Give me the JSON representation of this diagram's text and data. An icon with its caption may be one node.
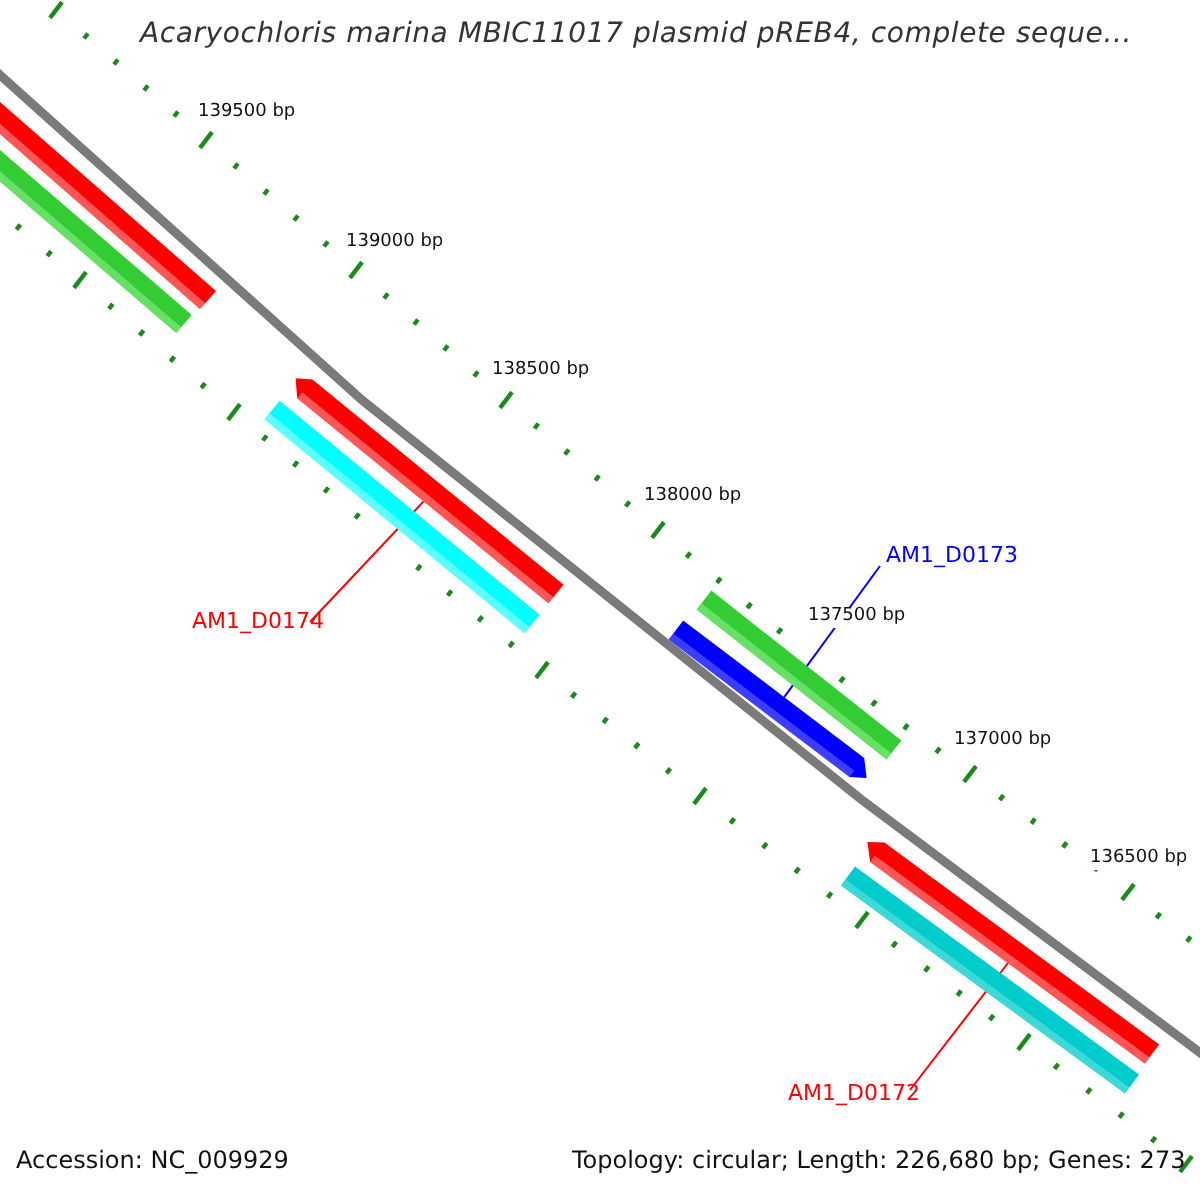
{
  "diagram": {
    "title": "Acaryochloris marina MBIC11017 plasmid pREB4, complete seque...",
    "nodes": [
      {
        "text": [],
        "shape": "bar"
      },
      {
        "text": [],
        "shape": "bar"
      },
      {
        "text": [],
        "shape": "bar"
      },
      {
        "text": [],
        "shape": "bar"
      },
      {
        "text": [
          "AM1_D0174"
        ]
      },
      {
        "text": [
          "AM1_D0173"
        ]
      },
      {
        "text": [],
        "shape": "bar"
      },
      {
        "text": [],
        "shape": "bar"
      },
      {
        "text": [],
        "shape": "bar"
      },
      {
        "text": [],
        "shape": "bar"
      },
      {
        "text": [
          "AM1_D0172"
        ]
      }
    ],
    "edges": [
      {
        "from": 4,
        "to": 2,
        "arrow": "none"
      },
      {
        "from": 5,
        "to": 7,
        "arrow": "none",
        "color": "#0000ff"
      },
      {
        "from": 10,
        "to": 8,
        "arrow": "none"
      }
    ],
    "labels": [
      "139500 bp",
      "139000 bp",
      "138500 bp",
      "138000 bp",
      "137500 bp",
      "137000 bp",
      "136500 bp",
      "Accession: NC_009929",
      "Topology: circular; Length: 226,680 bp; Genes: 273"
    ]
  }
}
